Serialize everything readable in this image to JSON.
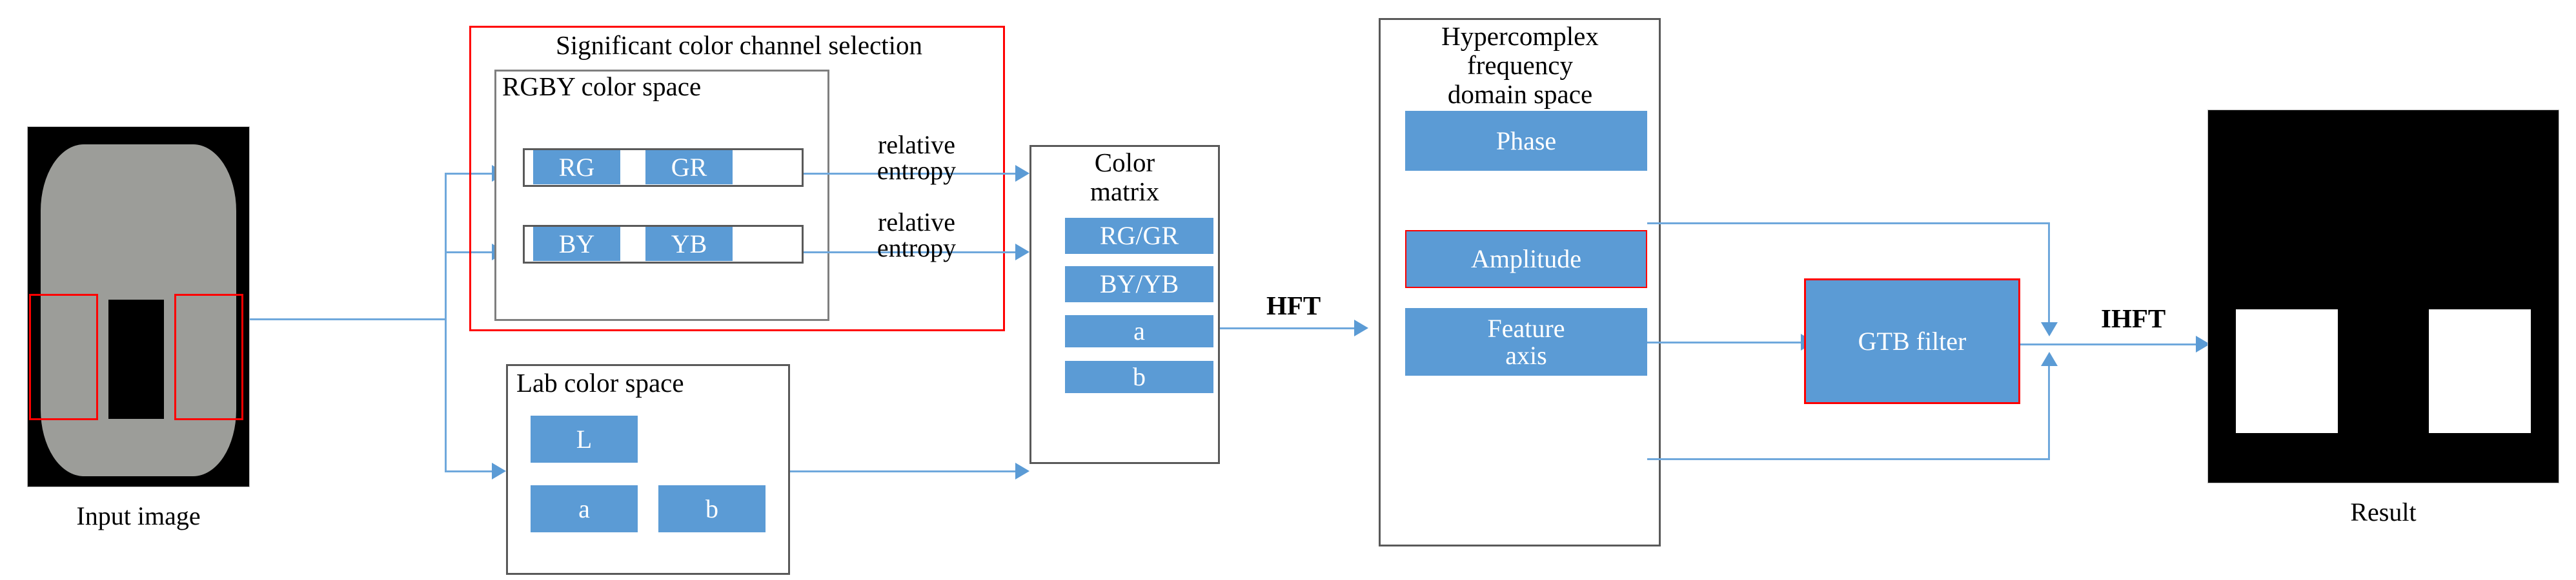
{
  "diagram": {
    "title_hidden": "",
    "input": {
      "caption": "Input image"
    },
    "result": {
      "caption": "Result"
    },
    "significant": {
      "title": "Significant color channel selection",
      "rgby": {
        "title": "RGBY color space",
        "row1": [
          "RG",
          "GR"
        ],
        "row2": [
          "BY",
          "YB"
        ]
      }
    },
    "lab": {
      "title": "Lab color space",
      "chips": [
        "L",
        "a",
        "b"
      ]
    },
    "entropy_labels": [
      "relative\nentropy",
      "relative\nentropy"
    ],
    "color_matrix": {
      "title": "Color\nmatrix",
      "chips": [
        "RG/GR",
        "BY/YB",
        "a",
        "b"
      ]
    },
    "transform_forward": "HFT",
    "transform_inverse": "IHFT",
    "hyper": {
      "title": "Hypercomplex\nfrequency\ndomain space",
      "chips": [
        "Phase",
        "Amplitude",
        "Feature\naxis"
      ]
    },
    "filter": {
      "label": "GTB filter"
    },
    "colors": {
      "chip_blue": "#5B9BD5",
      "accent_red": "#FF0000",
      "connector_blue": "#6FA8DC",
      "outline_gray": "#7F7F7F",
      "outline_dark": "#595959",
      "image_gray": "#9C9D99",
      "black": "#000000",
      "white": "#FFFFFF"
    }
  }
}
